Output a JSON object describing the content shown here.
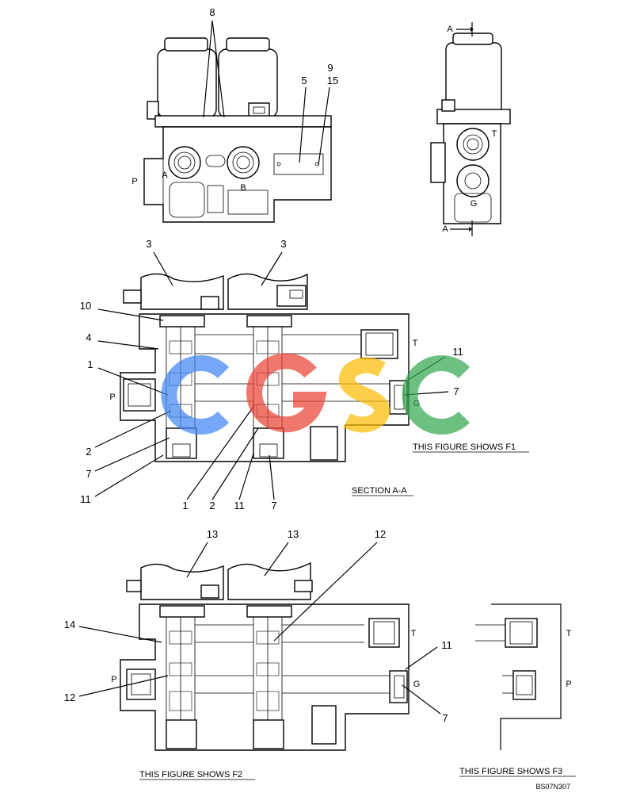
{
  "drawing_code": "BS07N307",
  "top_view": {
    "callouts": {
      "c8": "8",
      "c9": "9",
      "c15": "15",
      "c5": "5"
    },
    "ports": {
      "A": "A",
      "B": "B",
      "P": "P"
    }
  },
  "side_view": {
    "section_marks": {
      "top": "A",
      "bottom": "A"
    },
    "ports": {
      "T": "T",
      "G": "G"
    }
  },
  "section_view": {
    "title": "SECTION   A-A",
    "figure_caption": "THIS FIGURE SHOWS  F1",
    "callouts": {
      "c3a": "3",
      "c3b": "3",
      "c10": "10",
      "c4": "4",
      "c1a": "1",
      "c11a": "11",
      "c7a": "7",
      "c2a": "2",
      "c7b": "7",
      "c11b": "11",
      "c1b": "1",
      "c2b": "2",
      "c11c": "11",
      "c7c": "7"
    },
    "ports": {
      "T": "T",
      "P": "P",
      "G": "G"
    }
  },
  "f2_view": {
    "figure_caption": "THIS FIGURE SHOWS  F2",
    "callouts": {
      "c13a": "13",
      "c13b": "13",
      "c12a": "12",
      "c14": "14",
      "c11": "11",
      "c12b": "12",
      "c7": "7"
    },
    "ports": {
      "T": "T",
      "P": "P",
      "G": "G"
    }
  },
  "f3_view": {
    "figure_caption": "THIS FIGURE SHOWS  F3",
    "ports": {
      "T": "T",
      "P": "P"
    }
  },
  "watermark": {
    "letters": [
      "C",
      "G",
      "S",
      "C"
    ],
    "colors": [
      "#4285f4",
      "#ea4335",
      "#fbbc05",
      "#34a853"
    ]
  }
}
